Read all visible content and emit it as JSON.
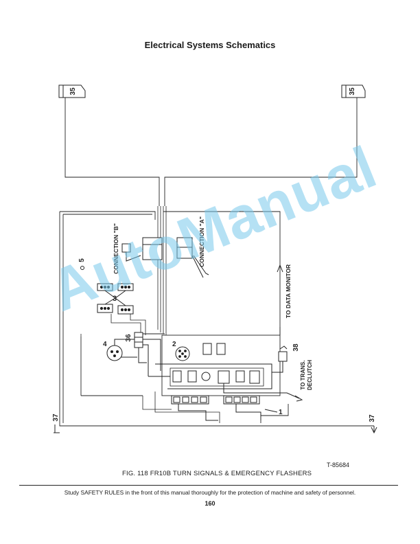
{
  "page": {
    "title": "Electrical Systems Schematics",
    "watermark": "AutoManual",
    "figure_caption": "FIG. 118 FR10B TURN SIGNALS & EMERGENCY FLASHERS",
    "drawing_number": "T-85684",
    "footer_note": "Study SAFETY RULES in the front of this manual thoroughly for the protection of machine and safety of personnel.",
    "page_number": "160"
  },
  "schematic": {
    "lamp_left": "35",
    "lamp_right": "35",
    "ground_left": "37",
    "ground_right": "37",
    "connection_b": "CONNECTION \"B\"",
    "connection_a": "CONNECTION \"A\"",
    "label_5": "5",
    "label_3": "3",
    "label_4": "4",
    "label_36": "36",
    "label_2": "2",
    "label_38": "38",
    "label_1": "1",
    "to_data_monitor": "TO DATA MONITOR",
    "to_trans_1": "TO TRANS.",
    "to_trans_2": "DECLUTCH"
  }
}
